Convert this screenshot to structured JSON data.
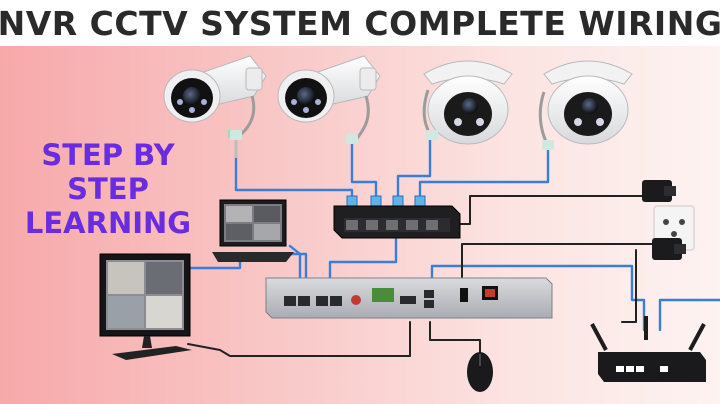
{
  "title": "NVR CCTV SYSTEM COMPLETE WIRING",
  "subtitle_lines": [
    "STEP BY",
    "STEP",
    "LEARNING"
  ],
  "colors": {
    "title": "#2a2a2a",
    "subtitle": "#6a2ce0",
    "background_left": "#f7a9aa",
    "background_right": "#fdf3f1",
    "network_cable": "#3a7fd5",
    "power_cable": "#222222",
    "device_body": "#1f1f22",
    "nvr_body": "#c9cbcf"
  },
  "devices": {
    "cameras": [
      {
        "type": "bullet",
        "icon": "bullet-camera-icon"
      },
      {
        "type": "bullet",
        "icon": "bullet-camera-icon"
      },
      {
        "type": "dome",
        "icon": "dome-camera-icon"
      },
      {
        "type": "dome",
        "icon": "dome-camera-icon"
      }
    ],
    "switch": {
      "icon": "network-switch-icon",
      "ports": 5
    },
    "laptop": {
      "icon": "laptop-icon"
    },
    "monitor": {
      "icon": "monitor-icon"
    },
    "nvr": {
      "icon": "nvr-recorder-icon"
    },
    "power_adapters": {
      "icon": "power-adapter-icon",
      "count": 2
    },
    "wall_socket": {
      "icon": "wall-socket-icon"
    },
    "router": {
      "icon": "wifi-router-icon"
    },
    "mouse": {
      "icon": "mouse-icon"
    }
  }
}
